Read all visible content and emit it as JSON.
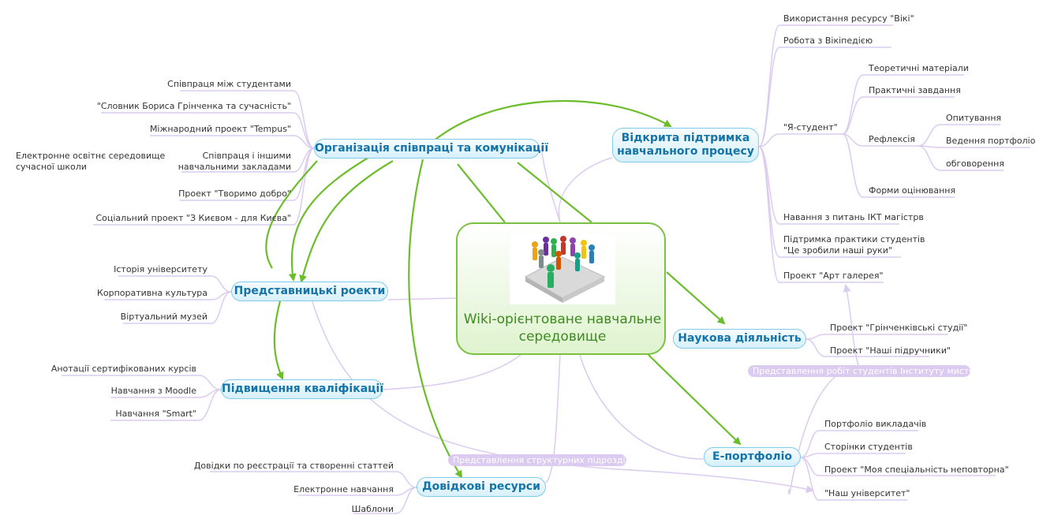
{
  "central": {
    "title_line1_a": "Wiki-",
    "title_line1_b": "орієнтоване навчальне",
    "title_line2": "середовище",
    "image_icon": "people-puzzle-icon"
  },
  "topics": {
    "org": "Організація співпраці та комунікації",
    "open_line1": "Відкрита підтримка",
    "open_line2": "навчального процесу",
    "repr": "Представницькі роекти",
    "qual": "Підвищення кваліфікації",
    "science": "Наукова діяльність",
    "eportfolio": "Е-портфоліо",
    "resources": "Довідкові ресурси"
  },
  "leaves": {
    "org": [
      "Співпраця між студентами",
      "\"Словник Бориса Грінченка та сучасність\"",
      "Міжнародний проект \"Tempus\"",
      "Співпраця і іншими",
      "навчальними закладами",
      "Електронне освітнє середовище",
      "сучасної школи",
      "Проект \"Творимо добро\"",
      "Соціальний проект \"З Києвом - для Києва\""
    ],
    "repr": [
      "Історія університету",
      "Корпоративна культура",
      "Віртуальний музей"
    ],
    "qual": [
      "Анотації сертифікованих курсів",
      "Навчання з Moodle",
      "Навчання \"Smart\""
    ],
    "resources": [
      "Довідки по реєстрації та створенні статтей",
      "Електронне навчання",
      "Шаблони"
    ],
    "open": [
      "Використання ресурсу \"Вікі\"",
      "Робота з Вікіпедією",
      "\"Я-студент\"",
      "Теоретичні матеріали",
      "Практичні завдання",
      "Рефлексія",
      "Опитування",
      "Ведення портфоліо",
      "обговорення",
      "Форми оцінювання",
      "Навання з питань ІКТ магістрв",
      "Підтримка практики студентів",
      "\"Це зробили наші руки\"",
      "Проект \"Арт галерея\""
    ],
    "science": [
      "Проект \"Грінченківські студії\"",
      "Проект \"Наші підручники\""
    ],
    "eportfolio": [
      "Портфоліо викладачів",
      "Сторінки студентів",
      "Проект \"Моя спеціальність неповторна\"",
      "\"Наш університет\""
    ]
  },
  "floating": {
    "institute": "Представлення робіт студентів Інституту мистецтв",
    "structural": "Представлення структурних підрозділів"
  },
  "colors": {
    "green": "#7bc242",
    "lilac": "#dccbf0",
    "topic_text": "#1473a8",
    "topic_border": "#7fcbe8"
  }
}
